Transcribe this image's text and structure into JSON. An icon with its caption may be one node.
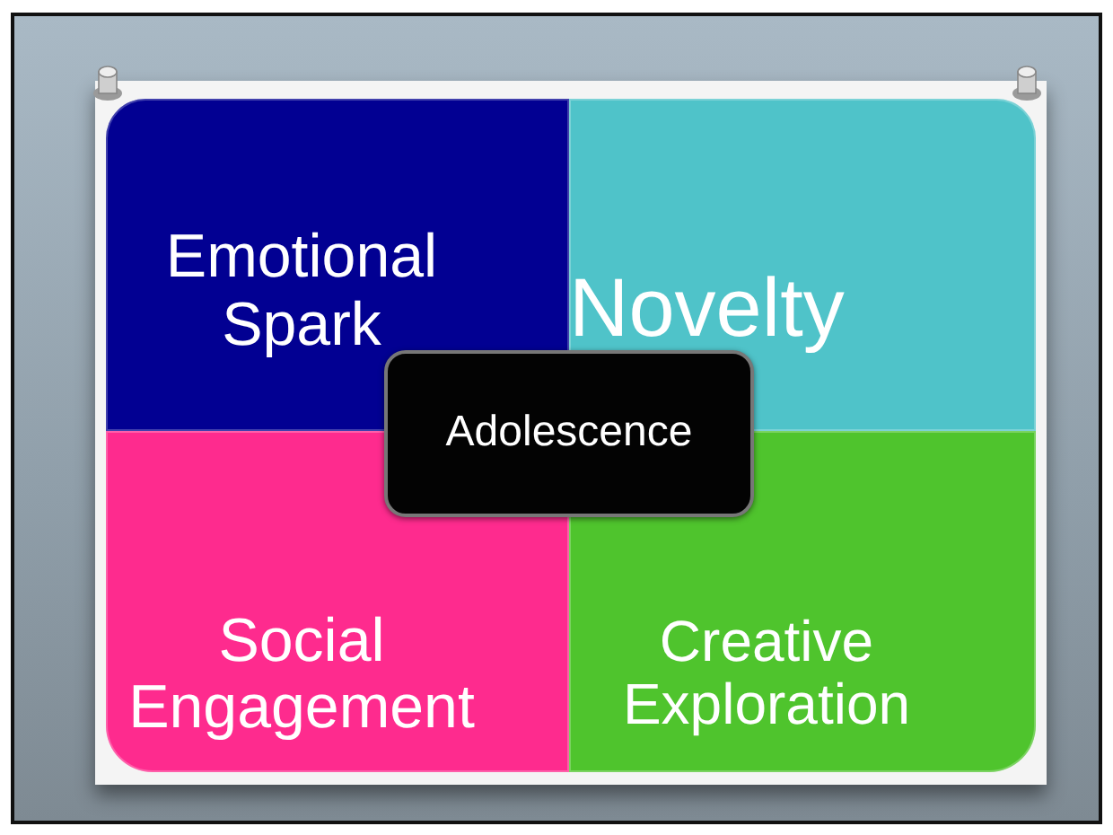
{
  "diagram": {
    "nodes": [
      {
        "text": [
          "Emotional Spark"
        ]
      },
      {
        "text": [
          "Novelty"
        ]
      },
      {
        "text": [
          "Social Engagement"
        ]
      },
      {
        "text": [
          "Creative Exploration"
        ]
      },
      {
        "text": [
          "Adolescence"
        ]
      }
    ]
  }
}
